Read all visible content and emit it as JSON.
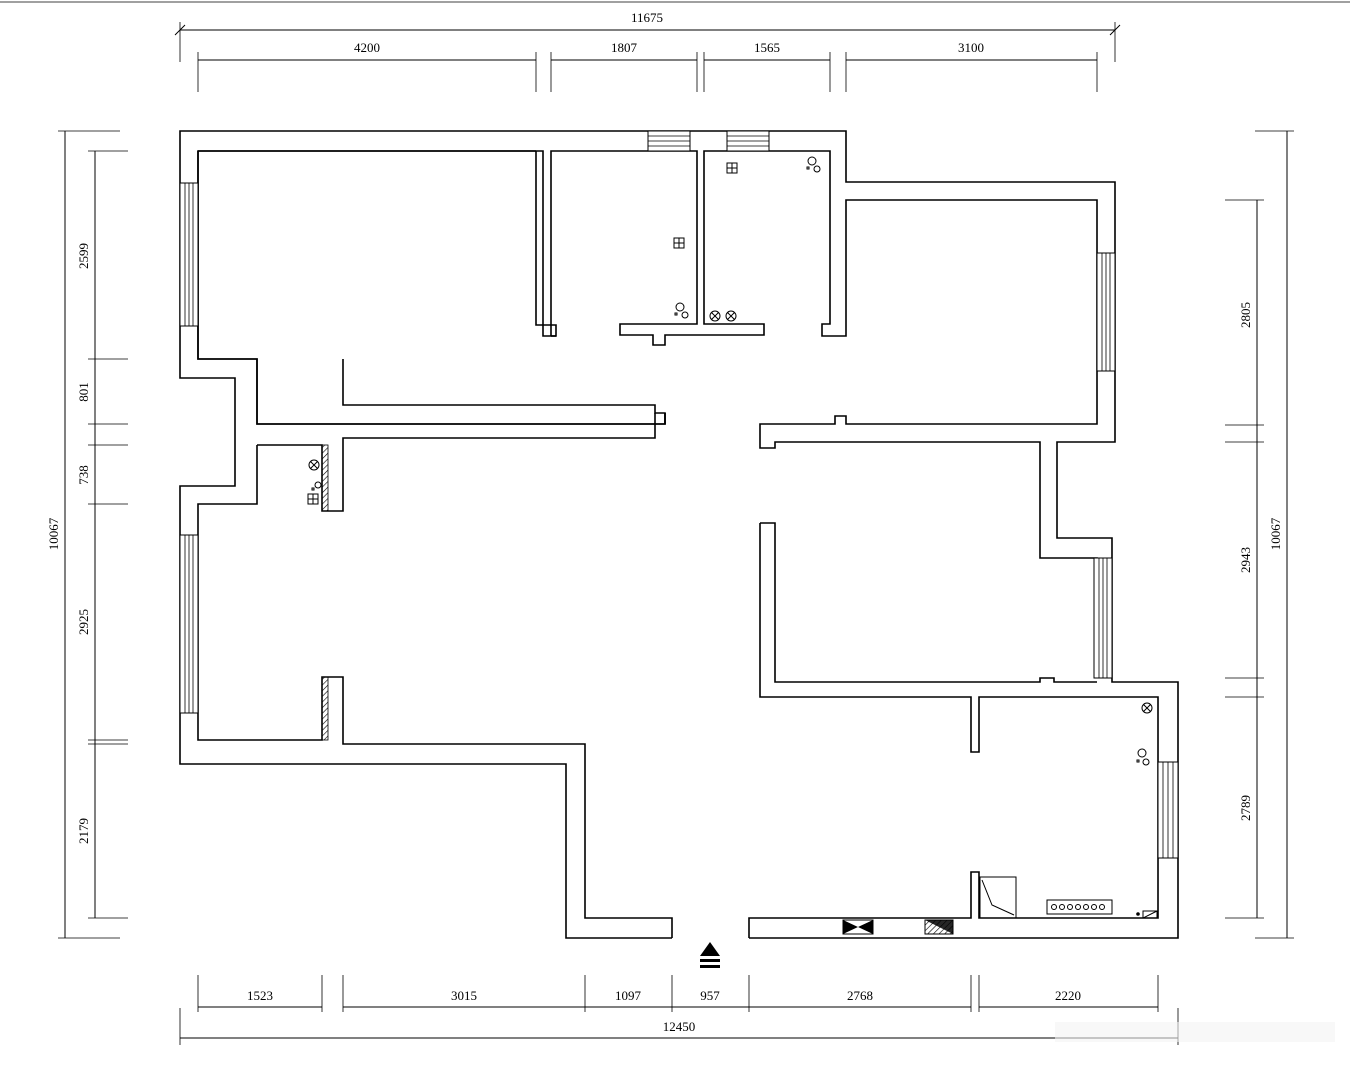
{
  "top_dims": {
    "overall": "11675",
    "segments": [
      "4200",
      "1807",
      "1565",
      "3100"
    ]
  },
  "bottom_dims": {
    "overall": "12450",
    "segments": [
      "1523",
      "3015",
      "1097",
      "957",
      "2768",
      "2220"
    ]
  },
  "left_dims": {
    "overall": "10067",
    "segments": [
      "2599",
      "801",
      "738",
      "2925",
      "2179"
    ]
  },
  "right_dims": {
    "overall": "10067",
    "segments": [
      "2805",
      "2943",
      "2789"
    ]
  },
  "symbols": {
    "light_fixture": "crossed-circle-icon",
    "outlet": "square-grid-icon",
    "smoke_detector": "double-circle-icon",
    "entrance": "entrance-arrow-icon"
  }
}
